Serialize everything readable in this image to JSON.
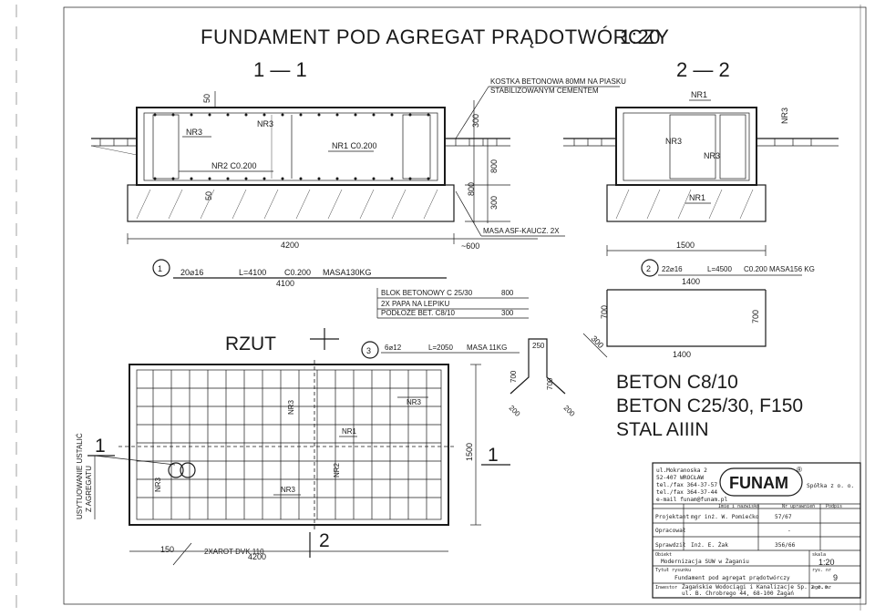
{
  "title": "FUNDAMENT POD AGREGAT PRĄDOTWÓRCZY",
  "scale": "1:20",
  "section_1": {
    "label": "1 — 1",
    "kostka_line1": "KOSTKA BETONOWA 80MM NA PIASKU",
    "kostka_line2": "STABILIZOWANYM CEMENTEM",
    "nr3": "NR3",
    "nr2": "NR2 C0.200",
    "nr1": "NR1 C0.200",
    "dim_50_top": "50",
    "dim_50_bot": "50",
    "dim_300a": "300",
    "dim_800a": "800",
    "dim_800b": "800",
    "dim_300b": "300",
    "masa": "MASA ASF-KAUCZ. 2X",
    "dim_4200": "4200",
    "dim_600": "~600"
  },
  "section_2": {
    "label": "2 — 2",
    "nr1_top": "NR1",
    "nr3_a": "NR3",
    "nr3_b": "NR3",
    "nr1_bot": "NR1",
    "nr3_c": "NR3",
    "dim_1500": "1500"
  },
  "layers": {
    "l1": "BLOK BETONOWY C 25/30",
    "l1_v": "800",
    "l2": "2X PAPA NA LEPIKU",
    "l3": "PODŁOŻE BET. C8/10",
    "l3_v": "300"
  },
  "bar1": {
    "n": "1",
    "spec": "20⌀16",
    "len": "L=4100",
    "spacing": "C0.200",
    "mass": "MASA130KG",
    "shape": "4100"
  },
  "bar2": {
    "n": "2",
    "spec": "22⌀16",
    "len": "L=4500",
    "spacing": "C0.200",
    "mass": "MASA156 KG",
    "d1400a": "1400",
    "d700a": "700",
    "d700b": "700",
    "d1400b": "1400",
    "d300": "300"
  },
  "bar3": {
    "n": "3",
    "spec": "6⌀12",
    "len": "L=2050",
    "mass": "MASA 11KG",
    "d250": "250",
    "d700a": "700",
    "d700b": "700",
    "d200a": "200",
    "d200b": "200"
  },
  "plan": {
    "label": "RZUT",
    "nr3a": "NR3",
    "nr3b": "NR3",
    "nr1": "NR1",
    "nr2": "NR2",
    "nr3c": "NR3",
    "nr3d": "NR3",
    "sec1": "1",
    "sec1b": "1",
    "sec2": "2",
    "d1500": "1500",
    "d150": "150",
    "xarot": "2XAROT DVK 110",
    "d4200": "4200",
    "side_note1": "USYTUOWANIE USTALIĆ",
    "side_note2": "Z AGREGATU"
  },
  "materials": [
    "BETON C8/10",
    "BETON C25/30, F150",
    "STAL AIIIN"
  ],
  "titleblock": {
    "addr": [
      "ul.Mokranoska 2",
      "52-407 WROCŁAW",
      "tel./fax 364-37-57",
      "tel./fax 364-37-44",
      "e-mail funam@funam.pl"
    ],
    "logo": "FUNAM",
    "reg": "®",
    "company": "Spółka z o. o.",
    "h_name": "Imię i nazwisko",
    "h_perm": "Nr uprawnień",
    "h_sign": "Podpis",
    "r_proj": "Projektant",
    "r_proj_name": "mgr inż. W. Pomiećko",
    "r_proj_nr": "57/67",
    "r_opr": "Opracował",
    "r_opr_nr": "-",
    "r_spr": "Sprawdził",
    "r_spr_name": "Inż. E. Żak",
    "r_spr_nr": "356/66",
    "obiekt_h": "Obiekt",
    "obiekt": "Modernizacja SUW w Żaganiu",
    "skala_h": "skala",
    "skala": "1:20",
    "tytul_h": "Tytuł rysunku",
    "tytul": "Fundament pod agregat prądotwórczy",
    "rys_h": "rys. nr",
    "rys": "9",
    "inw_h": "Inwestor",
    "inw1": "Żagańskie Wodociągi i Kanalizacje Sp. z o.o.",
    "inw2": "ul. B. Chrobrego 44, 68-100 Żagań",
    "egz_h": "egz. nr"
  }
}
